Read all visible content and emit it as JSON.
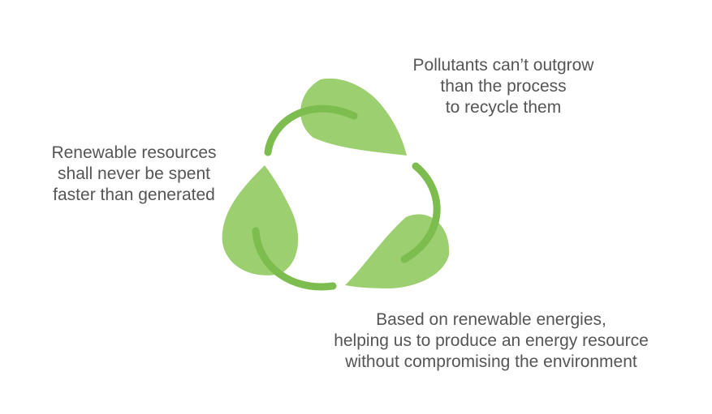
{
  "colors": {
    "leaf": "#9ccf6f",
    "arc": "#7dbd4f",
    "text": "#555555"
  },
  "icon": "recycle-leaves-icon",
  "captions": {
    "top_right": {
      "lines": [
        "Pollutants can’t outgrow",
        "than the process",
        "to recycle them"
      ]
    },
    "left": {
      "lines": [
        "Renewable resources",
        "shall never be spent",
        "faster than generated"
      ]
    },
    "bottom": {
      "lines": [
        "Based on renewable energies,",
        "helping us to produce an energy resource",
        "without compromising the environment"
      ]
    }
  }
}
